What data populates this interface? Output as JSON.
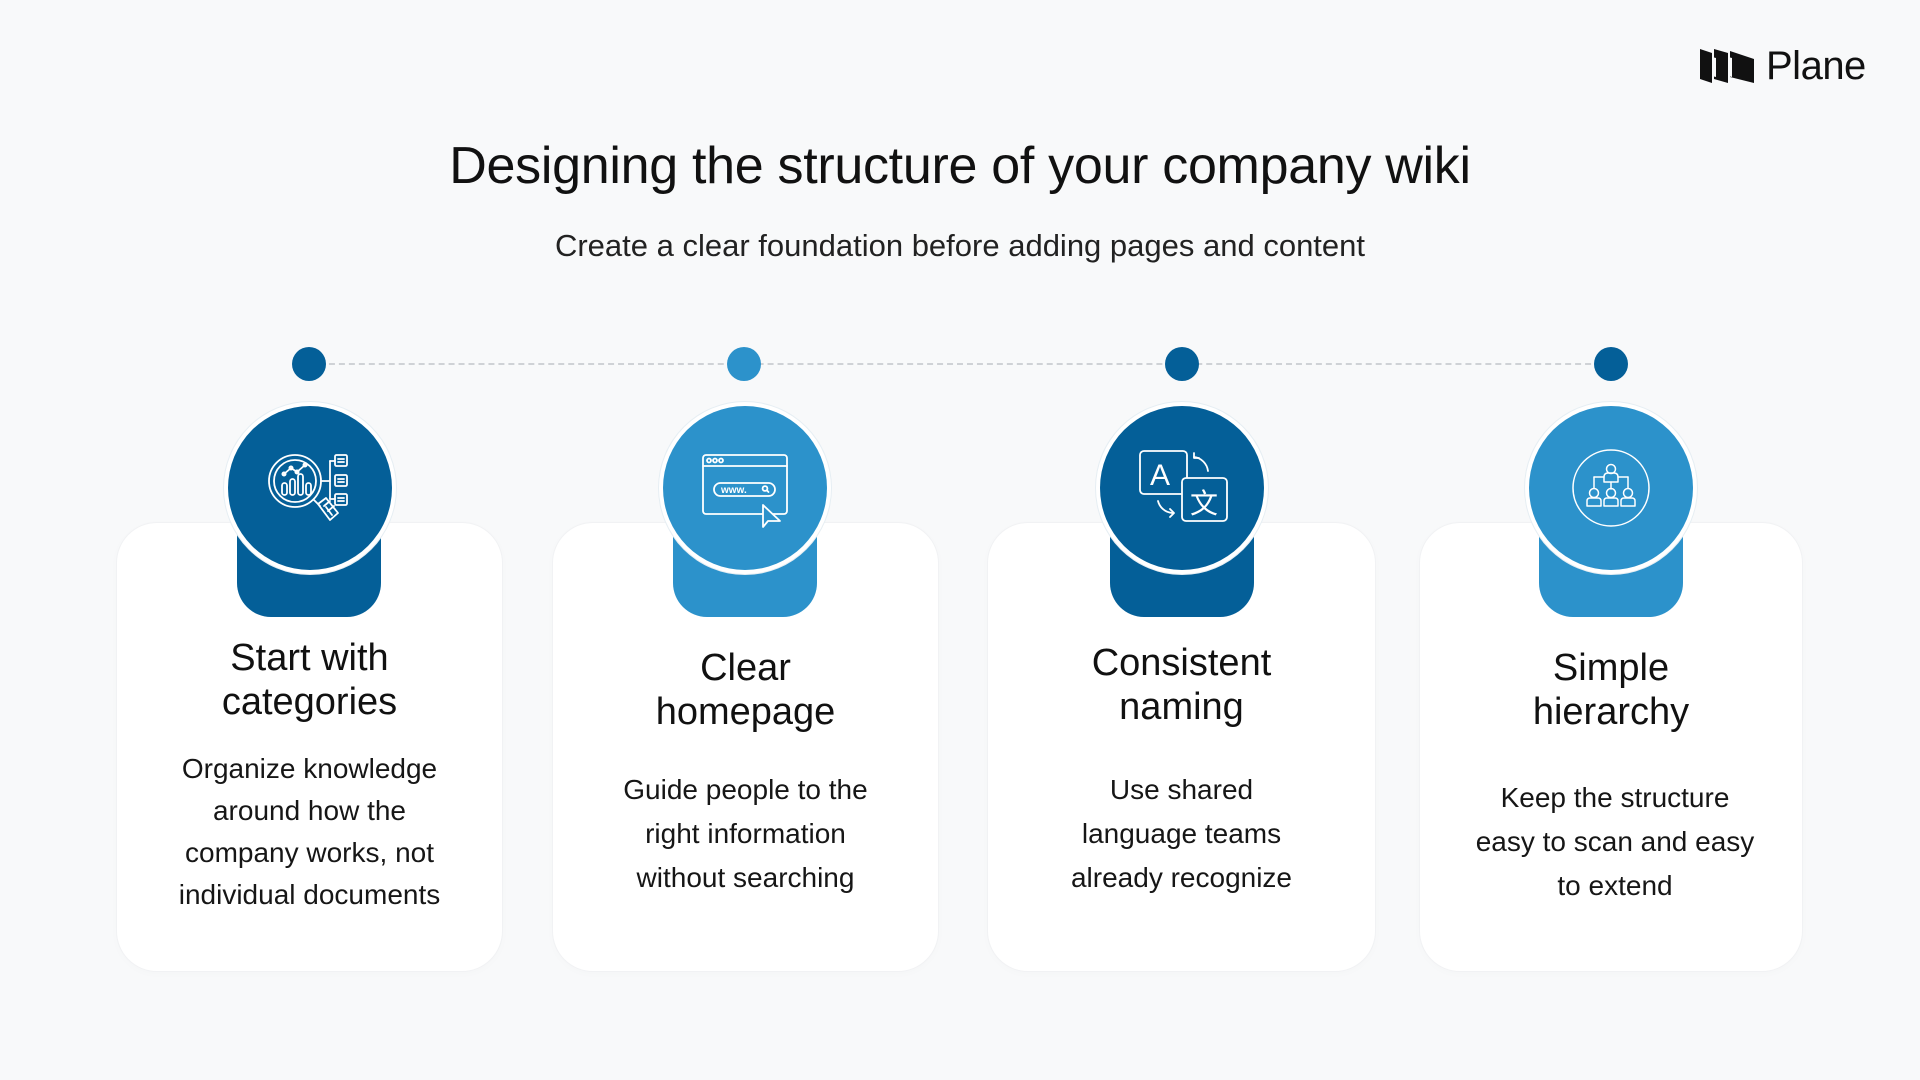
{
  "brand": {
    "logo_text": "Plane",
    "logo_icon": "plane-logo-icon"
  },
  "header": {
    "title": "Designing the structure of your company wiki",
    "subtitle": "Create a clear foundation before adding pages and content"
  },
  "colors": {
    "background": "#f8f9fa",
    "card": "#ffffff",
    "dark_blue": "#045f98",
    "light_blue": "#2c92cb",
    "timeline_dash": "#cfd2d6",
    "text": "#111111"
  },
  "timeline": {
    "dots": [
      {
        "color": "#045f98"
      },
      {
        "color": "#2c92cb"
      },
      {
        "color": "#045f98"
      },
      {
        "color": "#045f98"
      }
    ]
  },
  "steps": [
    {
      "icon": "analytics-magnifier-icon",
      "color": "#045f98",
      "heading_line1": "Start with",
      "heading_line2": "categories",
      "body_lines": [
        "Organize knowledge",
        "around how the",
        "company works, not",
        "individual documents"
      ]
    },
    {
      "icon": "browser-search-icon",
      "color": "#2c92cb",
      "heading_line1": "Clear",
      "heading_line2": "homepage",
      "icon_url_text": "www.",
      "body_lines": [
        "Guide people to the",
        "right information",
        "without searching"
      ]
    },
    {
      "icon": "translate-icon",
      "color": "#045f98",
      "heading_line1": "Consistent",
      "heading_line2": "naming",
      "icon_glyph_a": "A",
      "icon_glyph_b": "文",
      "body_lines": [
        "Use shared",
        "language teams",
        "already recognize"
      ]
    },
    {
      "icon": "org-hierarchy-icon",
      "color": "#2c92cb",
      "heading_line1": "Simple",
      "heading_line2": "hierarchy",
      "body_lines": [
        "Keep the structure",
        "easy to scan and easy",
        "to extend"
      ]
    }
  ]
}
